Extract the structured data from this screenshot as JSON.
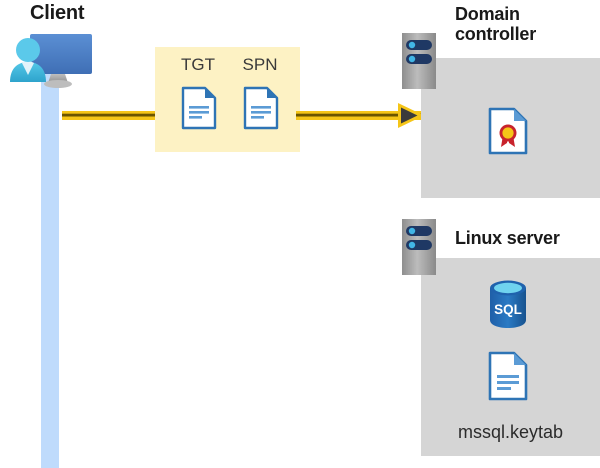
{
  "diagram": {
    "title_client": "Client",
    "title_domain_controller": "Domain controller",
    "title_linux_server": "Linux server",
    "message_box": {
      "label_tgt": "TGT",
      "label_spn": "SPN"
    },
    "domain_controller": {
      "icon_certificate": "certificate-document-icon"
    },
    "linux_server": {
      "icon_database": "sql-database-icon",
      "database_label": "SQL",
      "icon_keytab": "keytab-document-icon",
      "keytab_filename": "mssql.keytab"
    },
    "colors": {
      "lifeline_blue": "#bfdbfc",
      "message_box_yellow": "#fdf2c4",
      "arrow_gold": "#f5c518",
      "panel_gray": "#d5d5d5",
      "server_gray": "#9a9a9a",
      "doc_blue": "#2e74b5",
      "sql_blue": "#1f62ad",
      "cert_red": "#c8232c",
      "cert_yellow": "#f5c518",
      "title_text": "#1a1a1a"
    }
  }
}
